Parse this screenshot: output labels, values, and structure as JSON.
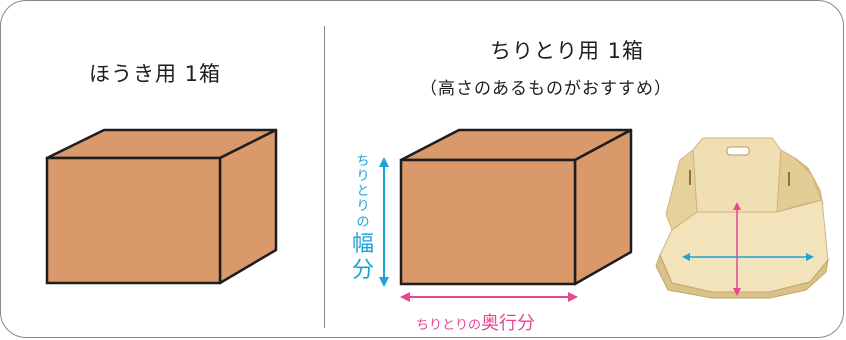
{
  "left_panel": {
    "title": "ほうき用 1箱"
  },
  "right_panel": {
    "title": "ちりとり用 1箱",
    "subtitle": "（高さのあるものがおすすめ）",
    "width_label": {
      "prefix_chars": [
        "ち",
        "り",
        "と",
        "り",
        "の"
      ],
      "big_chars": [
        "幅",
        "分"
      ]
    },
    "depth_label": {
      "prefix": "ちりとりの",
      "main": "奥行分"
    }
  },
  "colors": {
    "box_front": "#d9996a",
    "box_top": "#d9996a",
    "box_side": "#d9996a",
    "outline": "#1e1e1e",
    "width_arrow": "#1aa3d9",
    "depth_arrow": "#e8468f",
    "cardboard": "#ecd9a9"
  }
}
